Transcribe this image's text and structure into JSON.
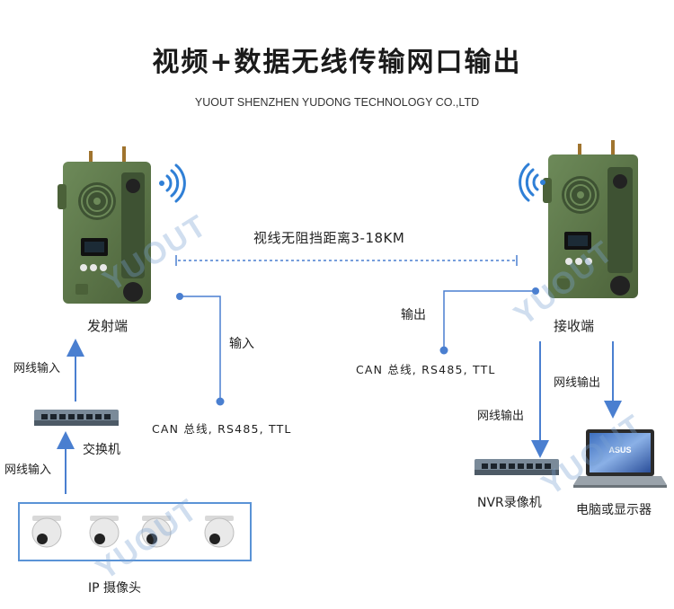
{
  "header": {
    "title": "视频+数据无线传输网口输出",
    "subtitle": "YUOUT SHENZHEN YUDONG TECHNOLOGY CO.,LTD"
  },
  "link": {
    "distance": "视线无阻挡距离3-18KM"
  },
  "transmitter": {
    "label": "发射端",
    "input_label": "输入",
    "serial_ports": "CAN 总线, RS485, TTL",
    "uplink_label": "网线输入"
  },
  "switch": {
    "label": "交换机",
    "input_label": "网线输入"
  },
  "cameras": {
    "label": "IP 摄像头"
  },
  "receiver": {
    "label": "接收端",
    "output_label": "输出",
    "serial_ports": "CAN 总线, RS485, TTL",
    "nvr_link_label": "网线输出",
    "pc_link_label": "网线输出"
  },
  "nvr": {
    "label": "NVR录像机"
  },
  "computer": {
    "label": "电脑或显示器",
    "screen_brand": "ASUS"
  },
  "watermark": {
    "text": "YUOUT"
  },
  "colors": {
    "arrow": "#4a7fd0",
    "device_green": "#5f7a4e",
    "device_dark": "#3e5233",
    "wifi": "#2f7fd6",
    "frame": "#5a93d6"
  }
}
